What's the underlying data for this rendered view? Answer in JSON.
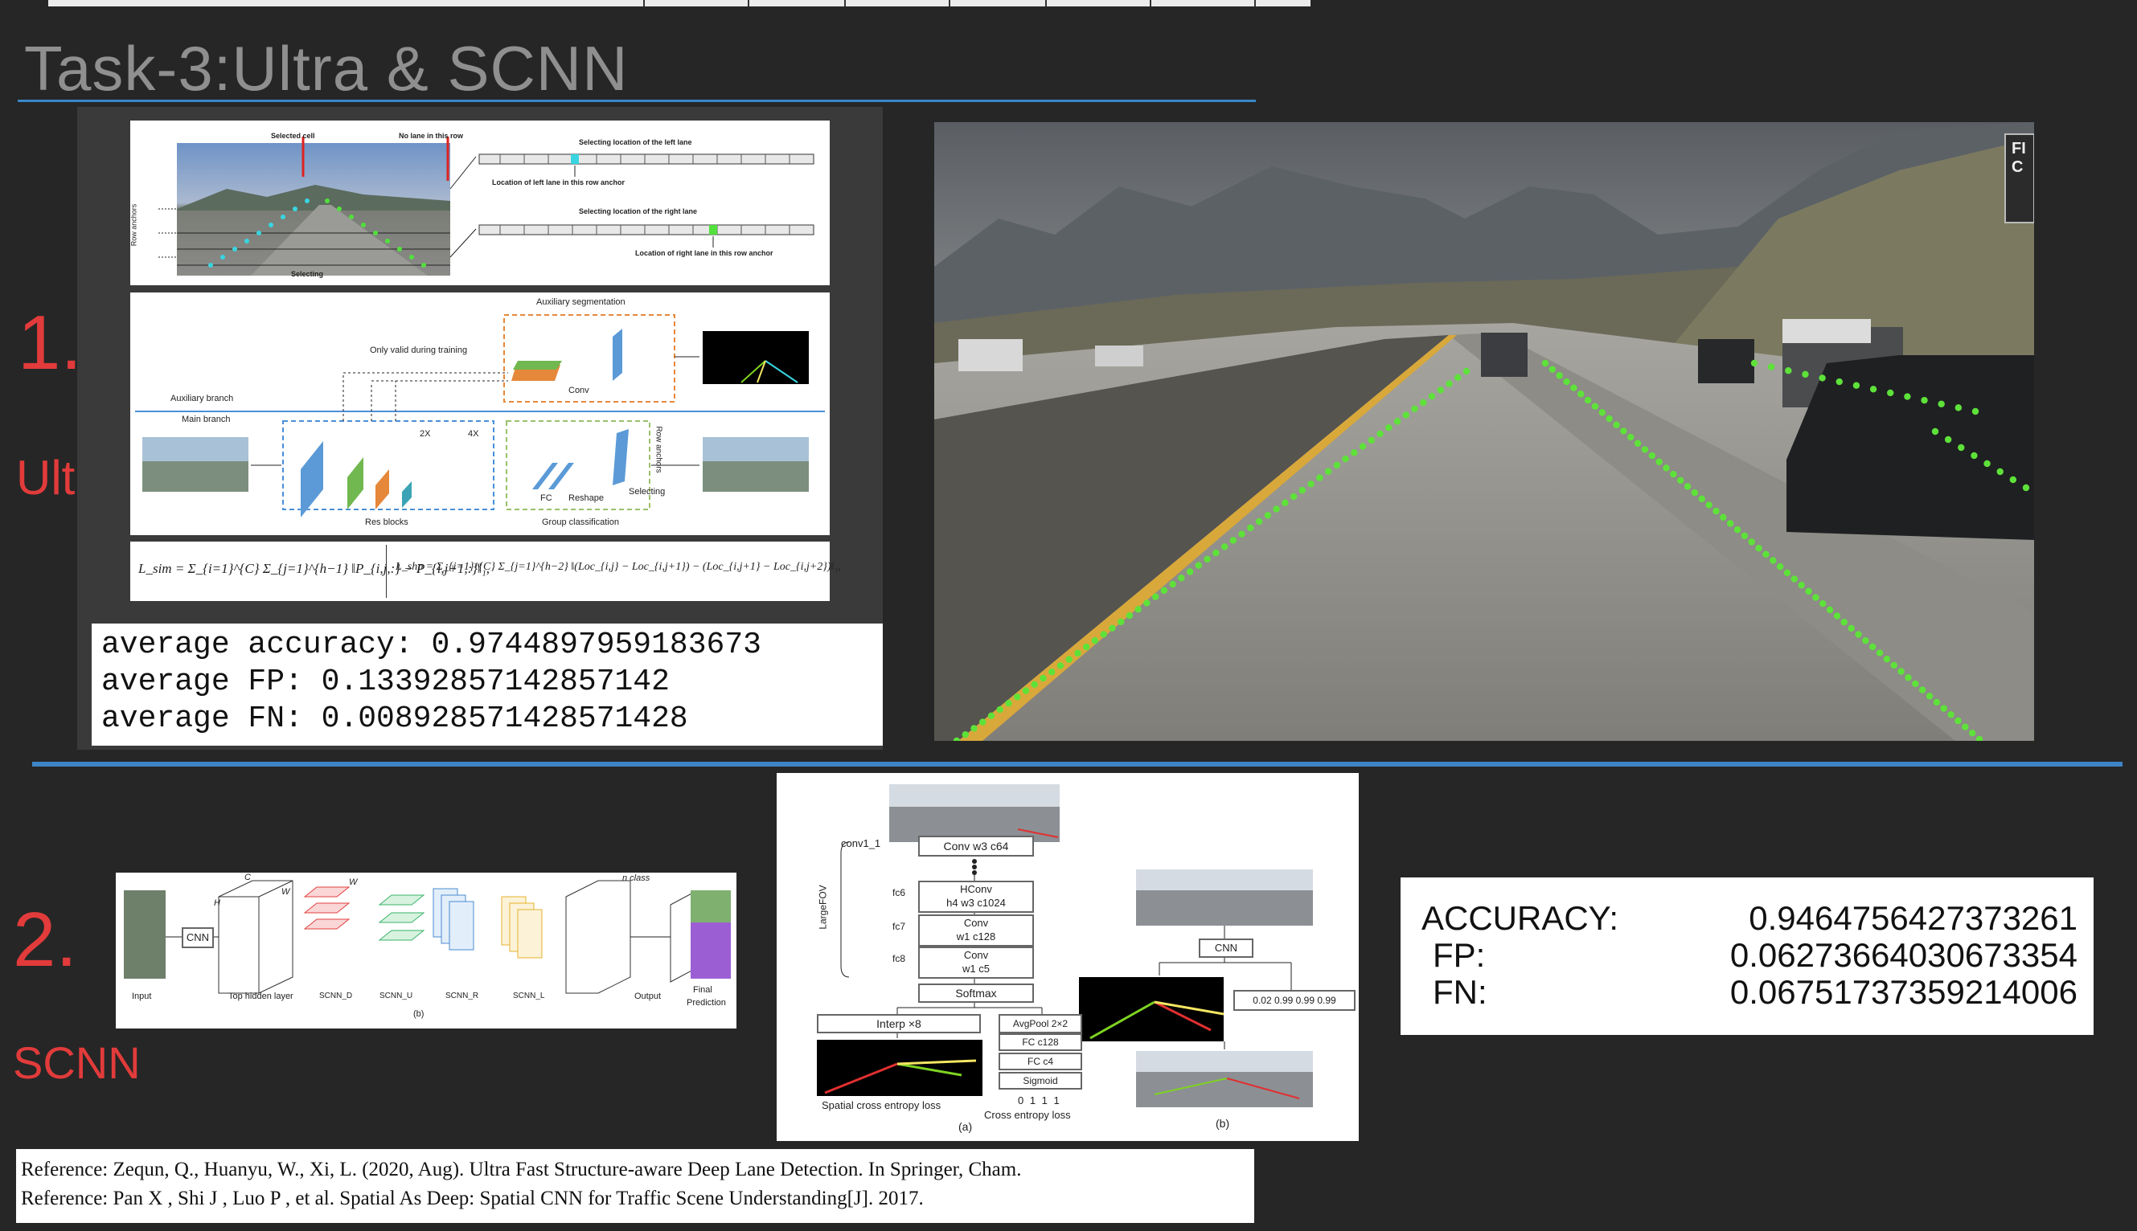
{
  "slide": {
    "title": "Task-3:Ultra & SCNN",
    "section1": {
      "number": "1.",
      "label": "Ultra"
    },
    "section2": {
      "number": "2.",
      "label": "SCNN"
    }
  },
  "ultra_fig1": {
    "selected_cell": "Selected cell",
    "no_lane": "No lane in this row",
    "row_anchors": "Row anchors",
    "selecting": "Selecting",
    "sel_left": "Selecting location of the left lane",
    "loc_left": "Location of left lane in this row anchor",
    "sel_right": "Selecting location of the right lane",
    "loc_right": "Location of right lane in this row anchor"
  },
  "ultra_fig2": {
    "aux_seg": "Auxiliary segmentation",
    "only_valid": "Only valid during training",
    "aux_branch": "Auxiliary branch",
    "main_branch": "Main branch",
    "conv": "Conv",
    "x2": "2X",
    "x4": "4X",
    "fc": "FC",
    "reshape": "Reshape",
    "row_anchors": "Row anchors",
    "selecting": "Selecting",
    "res_blocks": "Res blocks",
    "group_cls": "Group classification"
  },
  "ultra_formulas": {
    "lsim": "L_sim = Σ_{i=1}^{C} Σ_{j=1}^{h−1} ‖P_{i,j,:} − P_{i,j+1,:}‖₁,",
    "lshp": "L_shp = Σ_{i=1}^{C} Σ_{j=1}^{h−2} ‖(Loc_{i,j} − Loc_{i,j+1}) − (Loc_{i,j+1} − Loc_{i,j+2})‖₁,"
  },
  "ultra_metrics": {
    "accuracy": "average accuracy: 0.9744897959183673",
    "fp": "average FP: 0.13392857142857142",
    "fn": "average FN: 0.008928571428571428"
  },
  "scnn_fig_b": {
    "cnn": "CNN",
    "c": "C",
    "h": "H",
    "w": "W",
    "w2": "W",
    "nclass": "n class",
    "input": "Input",
    "top_hidden": "Top hidden layer",
    "scnn_d": "SCNN_D",
    "scnn_u": "SCNN_U",
    "scnn_r": "SCNN_R",
    "scnn_l": "SCNN_L",
    "output": "Output",
    "final": "Final",
    "prediction": "Prediction",
    "caption": "(b)"
  },
  "scnn_fig_a": {
    "conv1_1": "conv1_1",
    "largefov": "LargeFOV",
    "conv_w3_c64": "Conv w3 c64",
    "fc6": "fc6",
    "fc7": "fc7",
    "fc8": "fc8",
    "hconv": "HConv",
    "hconv_sub": "h4 w3 c1024",
    "conv2": "Conv",
    "conv2_sub": "w1 c128",
    "conv3": "Conv",
    "conv3_sub": "w1 c5",
    "softmax": "Softmax",
    "interp": "Interp ×8",
    "avgpool": "AvgPool 2×2",
    "fc128": "FC c128",
    "fc4": "FC c4",
    "sigmoid": "Sigmoid",
    "bits": "0 1 1 1",
    "xent": "Cross entropy loss",
    "spatial_xent": "Spatial cross entropy loss",
    "cap_a": "(a)",
    "cnn": "CNN",
    "probs": "0.02 0.99 0.99 0.99",
    "cap_b": "(b)"
  },
  "scnn_metrics": {
    "accuracy_label": "ACCURACY:",
    "accuracy_value": "0.9464756427373261",
    "fp_label": "FP:",
    "fp_value": "0.06273664030673354",
    "fn_label": "FN:",
    "fn_value": "0.06751737359214006"
  },
  "references": {
    "ref1": "Reference: Zequn, Q., Huanyu, W., Xi, L. (2020, Aug). Ultra Fast Structure-aware Deep Lane Detection. In Springer, Cham.",
    "ref2": "Reference: Pan X ,  Shi J ,  Luo P , et al. Spatial As Deep: Spatial CNN for Traffic Scene Understanding[J].  2017."
  },
  "photo": {
    "sign_text": "FI C"
  },
  "colors": {
    "background": "#262626",
    "title": "#8f8f8f",
    "accent_blue": "#3d85c6",
    "section_red": "#e23b3b",
    "lane_green": "#5ee23a"
  }
}
